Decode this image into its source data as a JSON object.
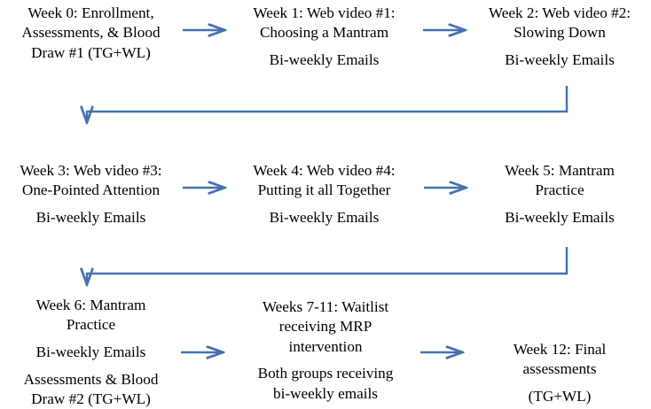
{
  "diagram": {
    "title": "Mantram Repetition Program study timeline flowchart",
    "accent_color": "#4472b0",
    "text_color": "#000000",
    "background_color": "#ffffff",
    "nodes": [
      {
        "id": "week-0",
        "lines": [
          "Week 0: Enrollment,",
          "Assessments, & Blood",
          "Draw #1 (TG+WL)"
        ],
        "groups": [
          3
        ]
      },
      {
        "id": "week-1",
        "lines": [
          "Week 1: Web video #1:",
          "Choosing a Mantram",
          "Bi-weekly Emails"
        ],
        "groups": [
          2,
          1
        ]
      },
      {
        "id": "week-2",
        "lines": [
          "Week 2: Web video #2:",
          "Slowing Down",
          "Bi-weekly Emails"
        ],
        "groups": [
          2,
          1
        ]
      },
      {
        "id": "week-3",
        "lines": [
          "Week 3: Web video #3:",
          "One-Pointed Attention",
          "Bi-weekly Emails"
        ],
        "groups": [
          2,
          1
        ]
      },
      {
        "id": "week-4",
        "lines": [
          "Week 4: Web video #4:",
          "Putting it all Together",
          "Bi-weekly Emails"
        ],
        "groups": [
          2,
          1
        ]
      },
      {
        "id": "week-5",
        "lines": [
          "Week 5: Mantram",
          "Practice",
          "Bi-weekly Emails"
        ],
        "groups": [
          2,
          1
        ]
      },
      {
        "id": "week-6",
        "lines": [
          "Week 6: Mantram",
          "Practice",
          "Bi-weekly Emails",
          "Assessments & Blood",
          "Draw #2 (TG+WL)"
        ],
        "groups": [
          2,
          1,
          2
        ]
      },
      {
        "id": "weeks-7-11",
        "lines": [
          "Weeks 7-11: Waitlist",
          "receiving MRP",
          "intervention",
          "Both groups receiving",
          "bi-weekly emails"
        ],
        "groups": [
          3,
          2
        ]
      },
      {
        "id": "week-12",
        "lines": [
          "Week 12: Final",
          "assessments",
          "(TG+WL)"
        ],
        "groups": [
          2,
          1
        ]
      }
    ],
    "connectors": [
      {
        "id": "arrow-week0-to-week1",
        "type": "horizontal-arrow",
        "direction": "right"
      },
      {
        "id": "arrow-week1-to-week2",
        "type": "horizontal-arrow",
        "direction": "right"
      },
      {
        "id": "arrow-week2-to-week3",
        "type": "elbow-arrow",
        "direction": "down-left-down"
      },
      {
        "id": "arrow-week3-to-week4",
        "type": "horizontal-arrow",
        "direction": "right"
      },
      {
        "id": "arrow-week4-to-week5",
        "type": "horizontal-arrow",
        "direction": "right"
      },
      {
        "id": "arrow-week5-to-week6",
        "type": "elbow-arrow",
        "direction": "down-left-down"
      },
      {
        "id": "arrow-week6-to-weeks7-11",
        "type": "horizontal-arrow",
        "direction": "right"
      },
      {
        "id": "arrow-weeks7-11-to-week12",
        "type": "horizontal-arrow",
        "direction": "right"
      }
    ]
  }
}
